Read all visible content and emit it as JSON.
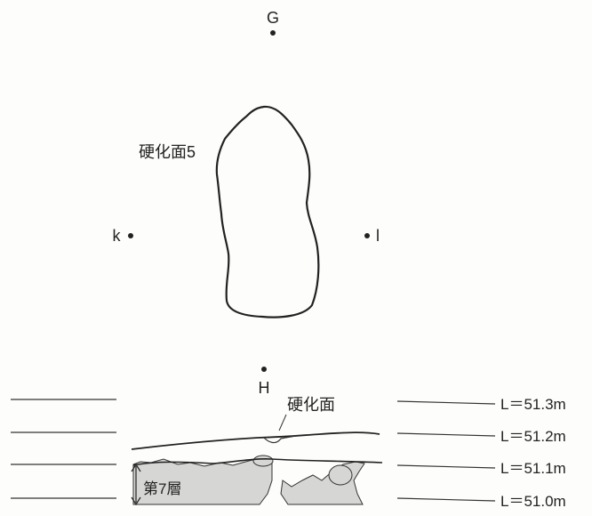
{
  "plan": {
    "point_top": "G",
    "point_left": "k",
    "point_right": "l",
    "point_bottom": "H",
    "feature_label": "硬化面5"
  },
  "section": {
    "feature_label": "硬化面",
    "layer_label": "第7層",
    "levels": [
      "L＝51.3m",
      "L＝51.2m",
      "L＝51.1m",
      "L＝51.0m"
    ],
    "fill_color": "#d6d6d4",
    "line_color": "#333333"
  }
}
